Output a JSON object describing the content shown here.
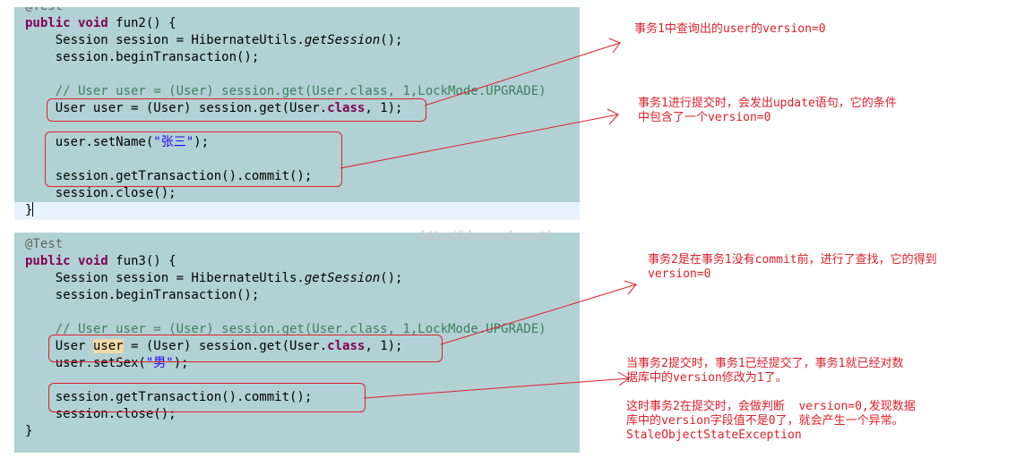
{
  "code": {
    "fun2": {
      "annotation_partial": "@Test",
      "signature_kw": "public void",
      "signature_rest": " fun2() {",
      "l1_pre": "    Session session = HibernateUtils.",
      "l1_method": "getSession",
      "l1_post": "();",
      "l2": "    session.beginTransaction();",
      "comment": "    // User user = (User) session.get(User.class, 1,LockMode.UPGRADE)",
      "get_pre": "    User user = (User) session.get(User.",
      "get_kw": "class",
      "get_post": ", 1);",
      "setname_pre": "    user.setName(",
      "setname_str": "\"张三\"",
      "setname_post": ");",
      "commit": "    session.getTransaction().commit();",
      "close": "    session.close();",
      "end": "}"
    },
    "fun3": {
      "annotation": "@Test",
      "signature_kw": "public void",
      "signature_rest": " fun3() {",
      "l1_pre": "    Session session = HibernateUtils.",
      "l1_method": "getSession",
      "l1_post": "();",
      "l2": "    session.beginTransaction();",
      "comment": "    // User user = (User) session.get(User.class, 1,LockMode.UPGRADE)",
      "get_a": "    User ",
      "get_var": "user",
      "get_b": " = (User) session.get(User.",
      "get_kw": "class",
      "get_post": ", 1);",
      "setsex_pre": "    user.setSex(",
      "setsex_str": "\"男\"",
      "setsex_post": ");",
      "commit": "    session.getTransaction().commit();",
      "close": "    session.close();",
      "end": "}"
    }
  },
  "watermark": "http://blog.csdn.net/",
  "notes": {
    "n1": "事务1中查询出的user的version=0",
    "n2": "事务1进行提交时，会发出update语句，它的条件\n中包含了一个version=0",
    "n3": "事务2是在事务1没有commit前，进行了查找，它的得到\nversion=0",
    "n4": "当事务2提交时，事务1已经提交了，事务1就已经对数\n据库中的version修改为1了。\n\n这时事务2在提交时，会做判断  version=0,发现数据\n库中的version字段值不是0了，就会产生一个异常。\nStaleObjectStateException"
  },
  "colors": {
    "code_bg": "#b1d1d4",
    "keyword": "#7f0055",
    "comment": "#3f7f5f",
    "string": "#2a00ff",
    "annotation_red": "#e0202a"
  }
}
